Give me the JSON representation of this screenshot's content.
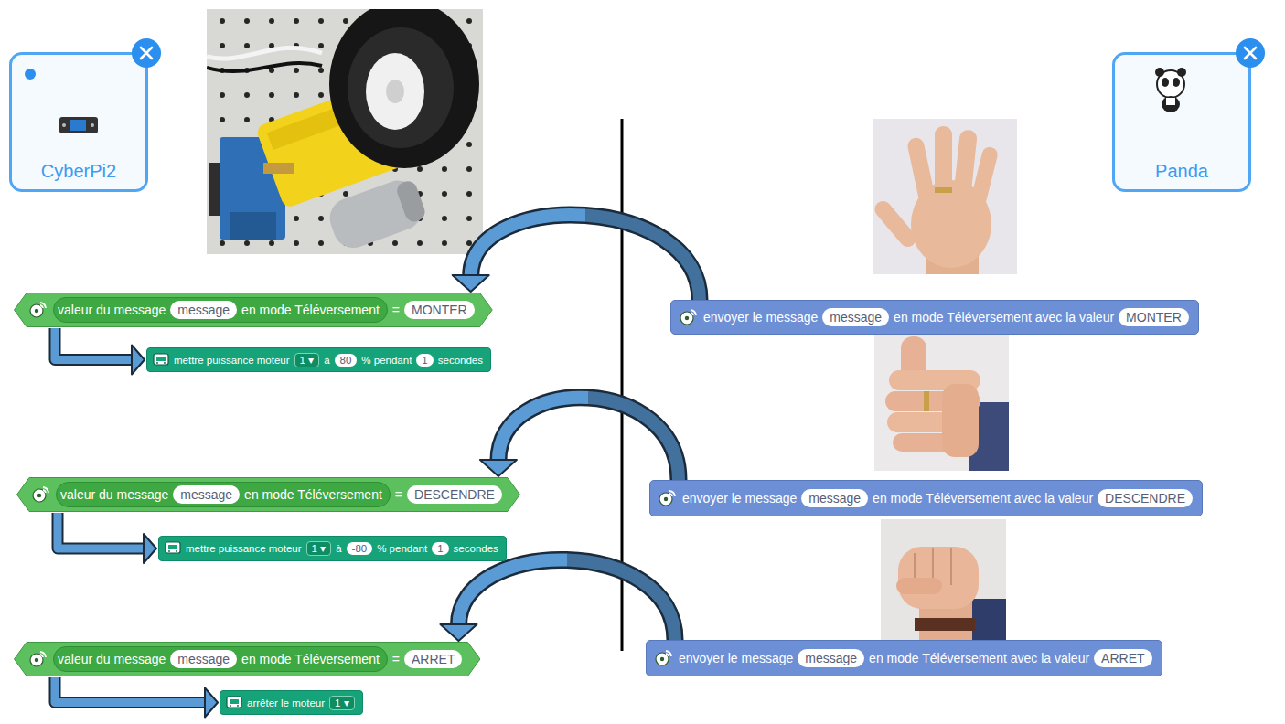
{
  "diagram": {
    "nodes": [
      {
        "text": [
          "CyberPi2"
        ]
      },
      {
        "text": [
          "Panda"
        ]
      },
      {
        "text": [
          "valeur du message",
          "message",
          "en mode Téléversement",
          "=",
          "MONTER"
        ]
      },
      {
        "text": [
          "mettre puissance moteur",
          "1 ▾",
          "à",
          "80",
          "% pendant",
          "1",
          "secondes"
        ]
      },
      {
        "text": [
          "envoyer le message",
          "message",
          "en mode Téléversement avec la valeur",
          "MONTER"
        ]
      },
      {
        "text": [
          "valeur du message",
          "message",
          "en mode Téléversement",
          "=",
          "DESCENDRE"
        ]
      },
      {
        "text": [
          "mettre puissance moteur",
          "1 ▾",
          "à",
          "-80",
          "% pendant",
          "1",
          "secondes"
        ]
      },
      {
        "text": [
          "envoyer le message",
          "message",
          "en mode Téléversement avec la valeur",
          "DESCENDRE"
        ]
      },
      {
        "text": [
          "valeur du message",
          "message",
          "en mode Téléversement",
          "=",
          "ARRET"
        ]
      },
      {
        "text": [
          "arrêter le moteur",
          "1 ▾"
        ]
      },
      {
        "text": [
          "envoyer le message",
          "message",
          "en mode Téléversement avec la valeur",
          "ARRET"
        ]
      }
    ],
    "edges": [
      {
        "from": 2,
        "to": 3,
        "arrow": "to"
      },
      {
        "from": 4,
        "to": 2,
        "arrow": "to"
      },
      {
        "from": 5,
        "to": 6,
        "arrow": "to"
      },
      {
        "from": 7,
        "to": 5,
        "arrow": "to"
      },
      {
        "from": 8,
        "to": 9,
        "arrow": "to"
      },
      {
        "from": 10,
        "to": 8,
        "arrow": "to"
      }
    ]
  }
}
